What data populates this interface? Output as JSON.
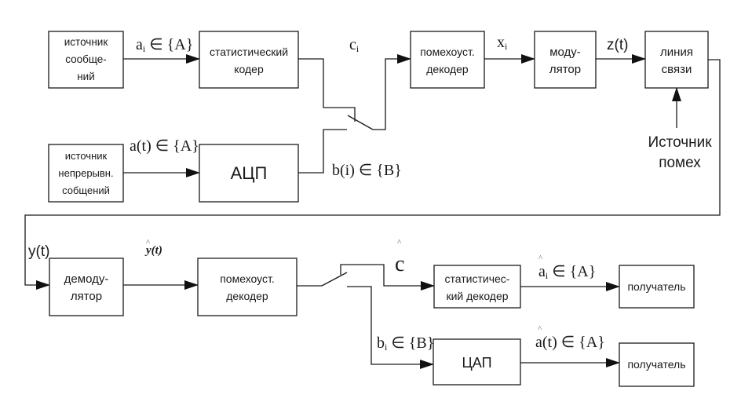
{
  "diagram": {
    "title": "Структурная схема системы передачи информации",
    "blocks": {
      "message_source": {
        "lines": [
          "источник",
          "сообще-",
          "ний"
        ]
      },
      "statistical_coder": {
        "lines": [
          "статистический",
          "кодер"
        ]
      },
      "channel_coder": {
        "lines": [
          "помехоуст.",
          "декодер"
        ]
      },
      "modulator": {
        "lines": [
          "моду-",
          "лятор"
        ]
      },
      "channel": {
        "lines": [
          "линия",
          "связи"
        ]
      },
      "continuous_source": {
        "lines": [
          "источник",
          "непрерывн.",
          "собщений"
        ]
      },
      "adc": {
        "lines": [
          "АЦП"
        ]
      },
      "demodulator": {
        "lines": [
          "демоду-",
          "лятор"
        ]
      },
      "channel_decoder": {
        "lines": [
          "помехоуст.",
          "декодер"
        ]
      },
      "statistical_decoder": {
        "lines": [
          "статистичес-",
          "кий декодер"
        ]
      },
      "receiver_1": {
        "lines": [
          "получатель"
        ]
      },
      "dac": {
        "lines": [
          "ЦАП"
        ]
      },
      "receiver_2": {
        "lines": [
          "получатель"
        ]
      }
    },
    "noise_source": {
      "lines": [
        "Источник",
        "помех"
      ]
    },
    "labels": {
      "a_i": {
        "base": "a",
        "sub": "i",
        "rest": " ∈ {A}"
      },
      "c_i": {
        "base": "c",
        "sub": "i"
      },
      "x_i": {
        "base": "x",
        "sub": "i"
      },
      "z_t": {
        "text": "z(t)"
      },
      "a_t": {
        "text": "a(t) ∈ {A}"
      },
      "b_i_top": {
        "text": "b(i) ∈ {B}"
      },
      "y_t": {
        "text": "y(t)"
      },
      "y_hat_t": {
        "hat": "^",
        "text": "y(t)"
      },
      "c_hat": {
        "hat": "^",
        "text": "c"
      },
      "a_hat_i": {
        "hat": "^",
        "base": "a",
        "sub": "i",
        "rest": " ∈ {A}"
      },
      "b_i_bottom": {
        "base": "b",
        "sub": "i",
        "rest": " ∈ {B}"
      },
      "a_hat_t": {
        "hat": "^",
        "text": "a(t) ∈ {A}"
      }
    }
  }
}
